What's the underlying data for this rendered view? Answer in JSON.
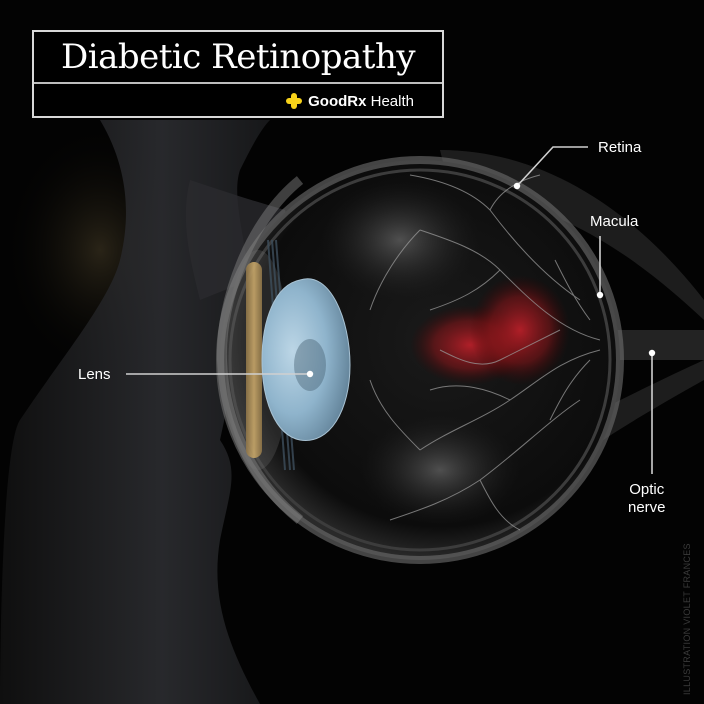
{
  "header": {
    "title": "Diabetic Retinopathy",
    "brand": {
      "icon": "plus-cross-icon",
      "name_bold": "GoodRx",
      "name_regular": " Health",
      "color": "#f7d21a"
    }
  },
  "labels": {
    "retina": "Retina",
    "macula": "Macula",
    "lens": "Lens",
    "optic_nerve_line1": "Optic",
    "optic_nerve_line2": "nerve"
  },
  "credit": "ILLUSTRATION VIOLET FRANCES",
  "colors": {
    "background": "#030303",
    "lens": "#8fb4cc",
    "iris": "#c9a86a",
    "hemorrhage": "#c0202a",
    "leader_line": "#d0d0d0"
  }
}
